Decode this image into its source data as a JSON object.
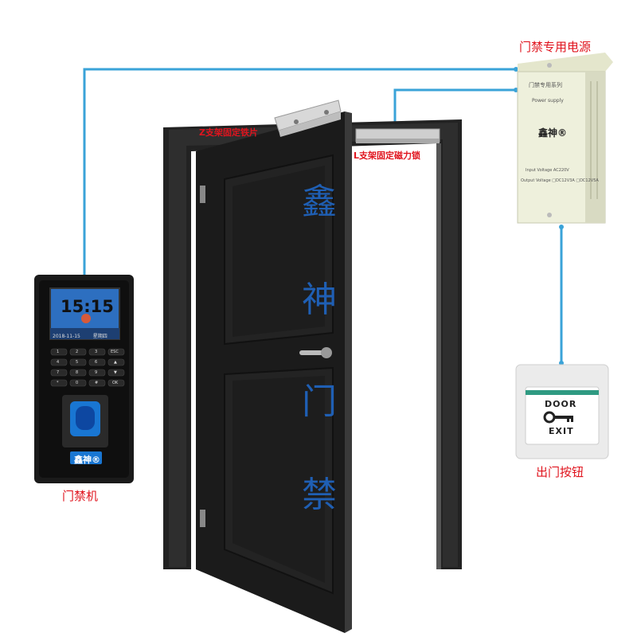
{
  "labels": {
    "power_supply": "门禁专用电源",
    "z_bracket": "Z支架固定铁片",
    "l_bracket": "L支架固定磁力锁",
    "controller": "门禁机",
    "exit_button": "出门按钮"
  },
  "door_text": [
    "鑫",
    "神",
    "门",
    "禁"
  ],
  "controller": {
    "time": "15:15",
    "date": "2018-11-15",
    "weekday": "星期四",
    "brand": "鑫神®",
    "keypad": [
      "1",
      "2",
      "3",
      "ESC",
      "4",
      "5",
      "6",
      "▲",
      "7",
      "8",
      "9",
      "▼",
      "*",
      "0",
      "#",
      "OK"
    ]
  },
  "power_box": {
    "title": "门禁专用系列",
    "subtitle": "Power supply",
    "brand": "鑫神®",
    "input_voltage": "Input Voltage AC220V",
    "output_voltage": "Output Voltage □DC12V3A □DC12V5A"
  },
  "exit_panel": {
    "door": "DOOR",
    "exit": "EXIT"
  },
  "colors": {
    "wire": "#3aa3d8",
    "label_red": "#e0141e",
    "door_text_blue": "#1f5fb4",
    "door_body": "#1b1b1b"
  }
}
